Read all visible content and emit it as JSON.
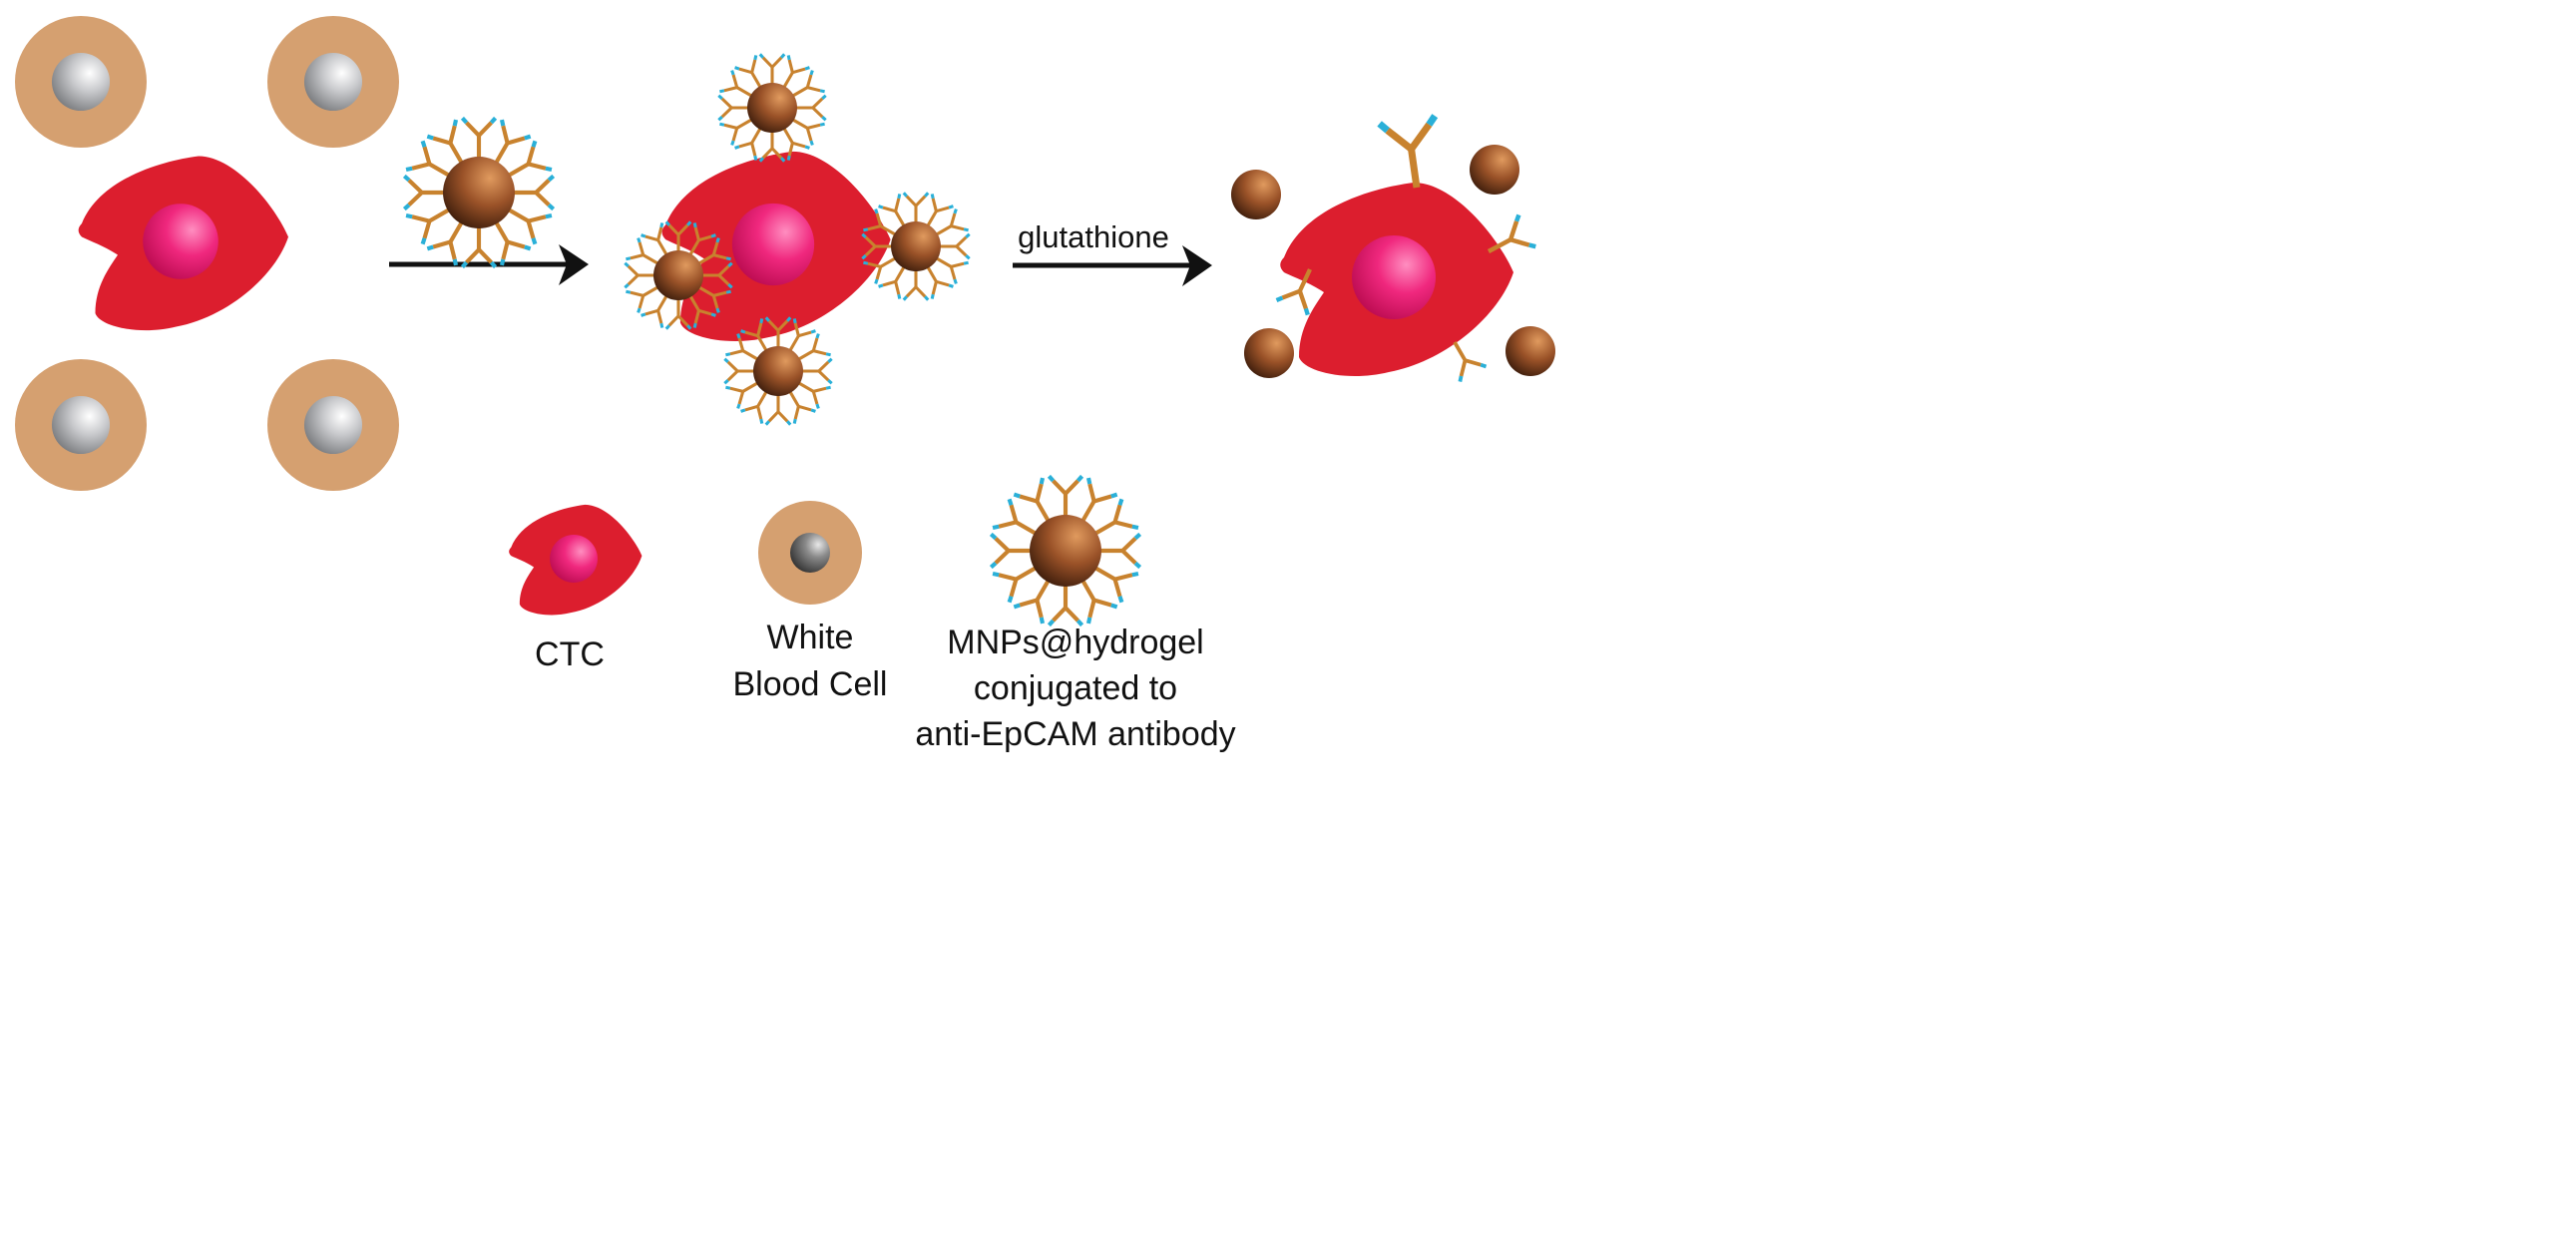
{
  "labels": {
    "process_arrow": "glutathione",
    "legend_ctc": "CTC",
    "legend_wbc_line1": "White",
    "legend_wbc_line2": "Blood Cell",
    "legend_mnp_line1": "MNPs@hydrogel",
    "legend_mnp_line2": "conjugated to",
    "legend_mnp_line3": "anti-EpCAM antibody"
  },
  "colors": {
    "ctc_body": "#dc1e2e",
    "ctc_nucleus": "#f0287e",
    "wbc_body": "#d5a070",
    "wbc_nucleus": "#c8c9cc",
    "mnp_core": "#8a4a22",
    "antibody": "#c8822e",
    "antibody_tip": "#2ab0d8",
    "arrow": "#111111"
  },
  "icons": {
    "ctc": "circulating-tumor-cell-icon",
    "wbc": "white-blood-cell-icon",
    "mnp": "antibody-magnetic-nanoparticle-icon",
    "bare_mnp": "magnetic-nanoparticle-icon",
    "antibody": "antibody-icon",
    "arrow": "process-arrow-icon"
  }
}
